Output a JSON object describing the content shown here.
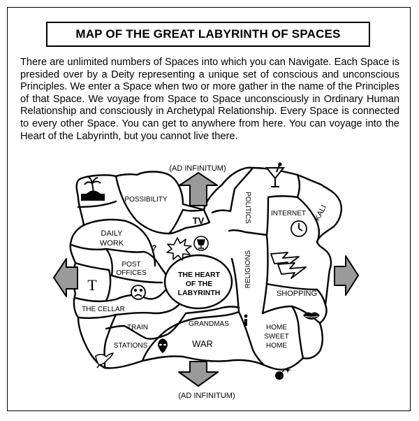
{
  "title": "MAP OF THE GREAT LABYRINTH OF SPACES",
  "intro": "There are unlimited numbers of Spaces into which you can Navigate. Each Space is presided over by a Deity representing a unique set of conscious and unconscious Principles. We enter a Space when two or more gather in the name of the Principles of that Space. We voyage from Space to Space unconsciously in Ordinary Human Relationship and consciously in Archetypal Relationship. Every Space is connected to every other Space. You can get to anywhere from here. You can voyage into the Heart of the Labyrinth, but you cannot live there.",
  "map": {
    "top_label": "(AD INFINITUM)",
    "bottom_label": "(AD INFINITUM)",
    "regions": {
      "possibility": "POSSIBILITY",
      "tv": "TV",
      "politics": "POLITICS",
      "internet": "INTERNET",
      "kali": "KALI",
      "daily_work_1": "DAILY",
      "daily_work_2": "WORK",
      "post_offices_1": "POST",
      "post_offices_2": "OFFICES",
      "t_letter": "T",
      "question_mark": "?",
      "the_cellar": "THE CELLAR",
      "heart_1": "THE HEART",
      "heart_2": "OF THE",
      "heart_3": "LABYRINTH",
      "religions": "RELIGIONS",
      "shopping": "SHOPPING",
      "train": "TRAIN",
      "stations": "STATIONS",
      "grandmas": "GRANDMAS",
      "war": "WAR",
      "home_1": "HOME",
      "home_2": "SWEET",
      "home_3": "HOME"
    },
    "icons": [
      "island-icon",
      "martini-icon",
      "clock-icon",
      "trophy-icon",
      "starburst-icon",
      "sad-face-icon",
      "lightning-icon",
      "lips-icon",
      "person-icon",
      "alien-icon",
      "dove-icon",
      "bomb-icon"
    ],
    "arrow_fill": "#9a9a9a"
  }
}
